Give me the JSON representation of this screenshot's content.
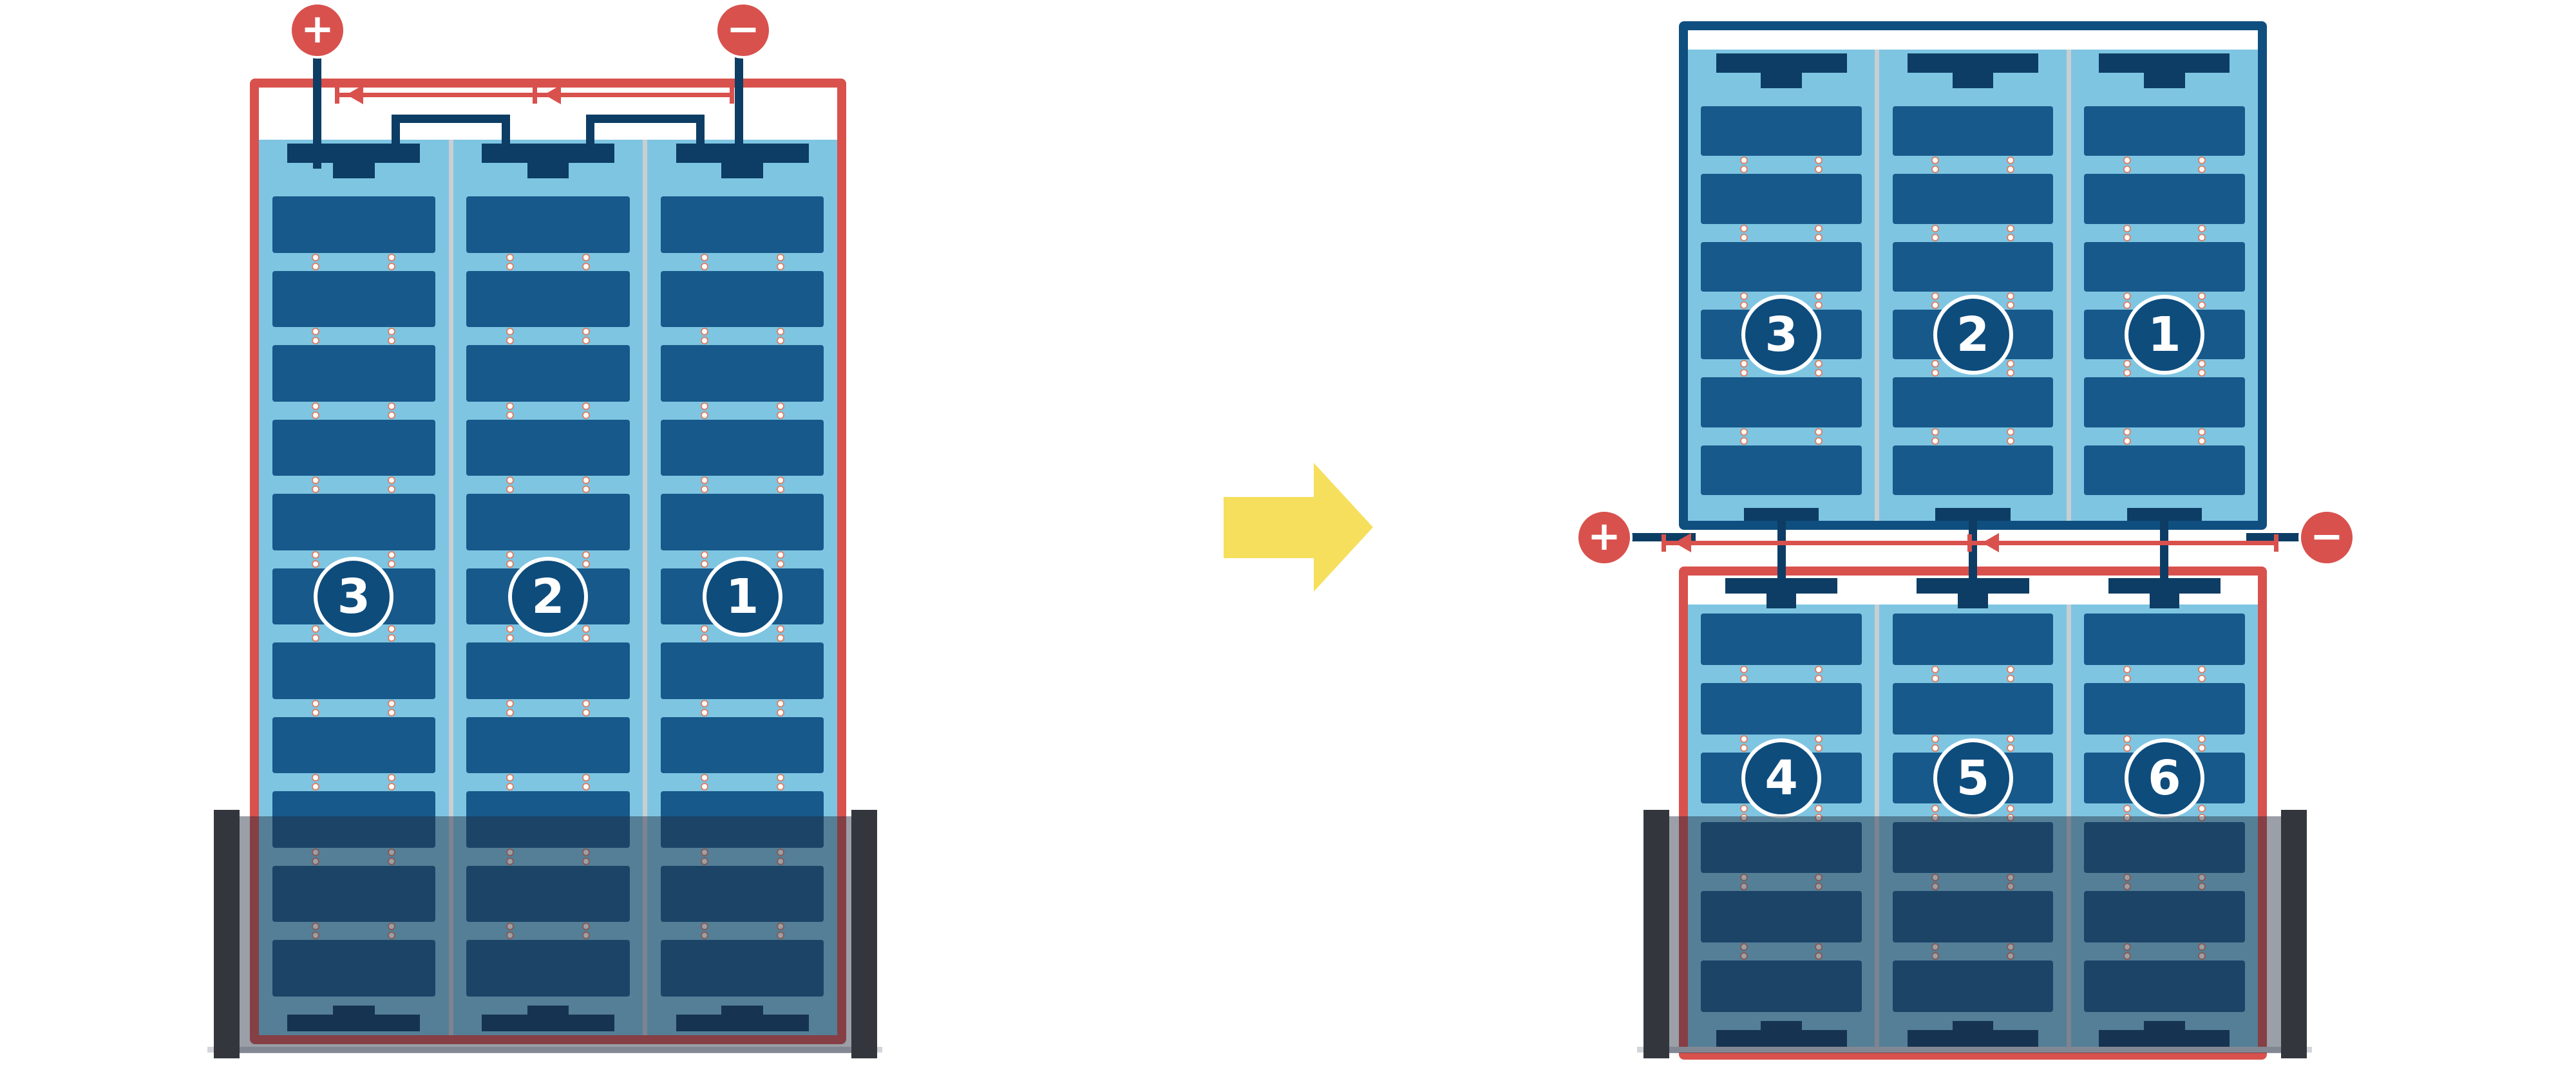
{
  "colors": {
    "red": "#D8514D",
    "frame_navy": "#0F4F80",
    "cell_blue": "#17598A",
    "wire_navy": "#0D3D64",
    "panel_bg": "#7EC5E2",
    "divider": "#C9CED3",
    "label_bg": "#0E4C7C",
    "yellow": "#F6DF5C",
    "shade": "rgba(33,42,60,0.45)",
    "shade_bar": "#33373D",
    "ground": "#D2D6DA",
    "dot_ring": "#D8836A"
  },
  "left_module": {
    "terminal_plus": "+",
    "terminal_minus": "−",
    "rows": 11,
    "label_row": 5,
    "strings": [
      {
        "label": "3"
      },
      {
        "label": "2"
      },
      {
        "label": "1"
      }
    ]
  },
  "right_module": {
    "terminal_plus": "+",
    "terminal_minus": "−",
    "top_panel": {
      "rows": 6,
      "label_row": 3,
      "strings": [
        {
          "label": "3"
        },
        {
          "label": "2"
        },
        {
          "label": "1"
        }
      ]
    },
    "bottom_panel": {
      "rows": 6,
      "label_row": 2,
      "strings": [
        {
          "label": "4"
        },
        {
          "label": "5"
        },
        {
          "label": "6"
        }
      ]
    }
  }
}
